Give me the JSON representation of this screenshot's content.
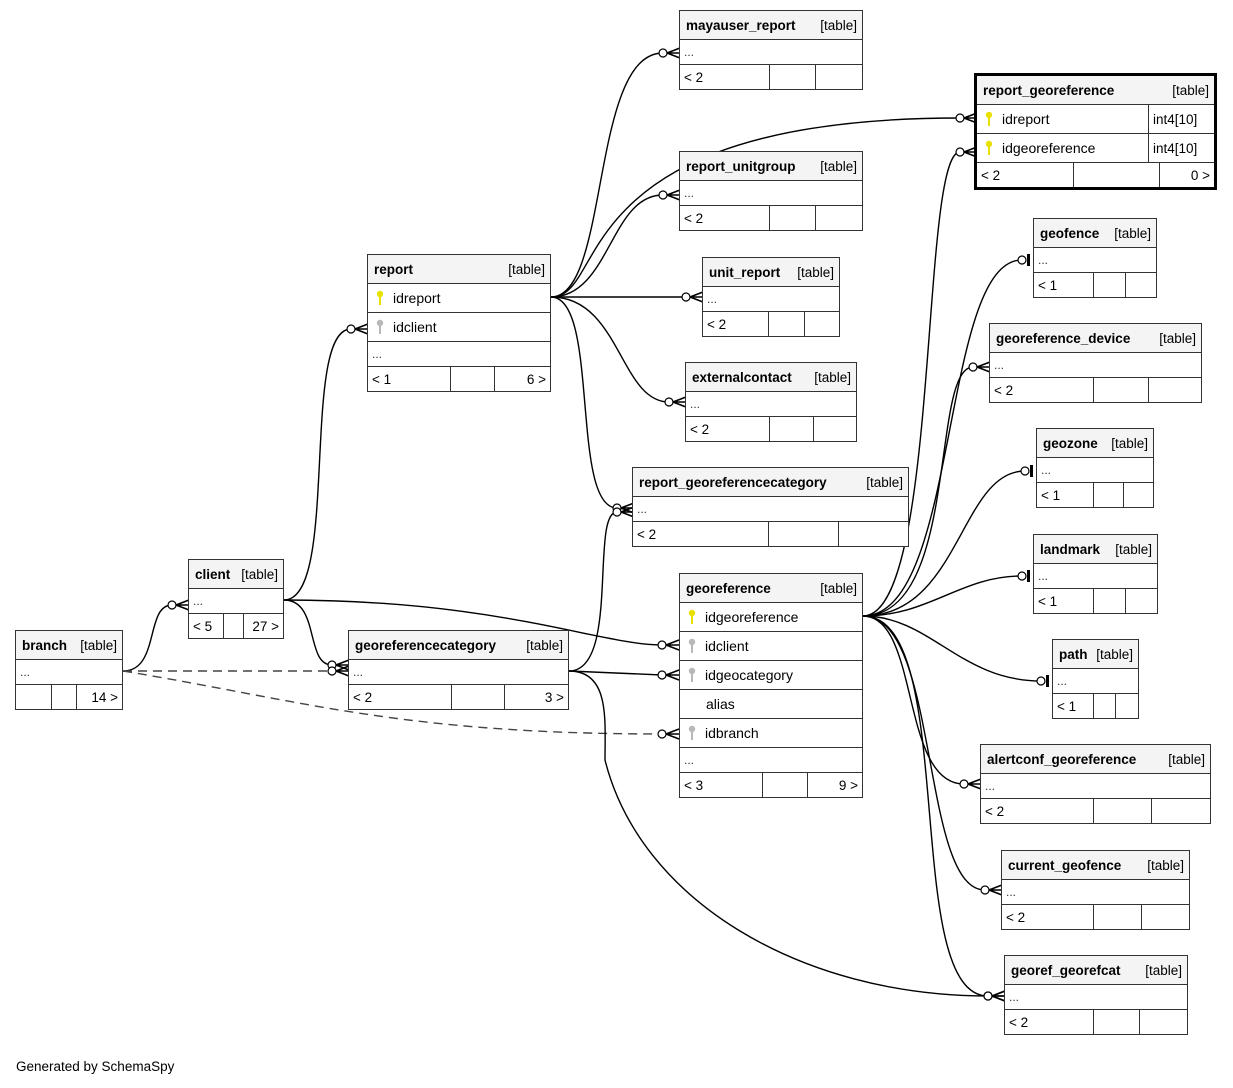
{
  "footer": {
    "generated_by": "Generated by SchemaSpy"
  },
  "colors": {
    "primary_key": "#e8e000",
    "foreign_key": "#b8b8b8",
    "line": "#000000",
    "header_bg": "#f4f4f4"
  },
  "tables": {
    "mayauser_report": {
      "name": "mayauser_report",
      "type": "[table]",
      "more": "...",
      "parents": "< 2",
      "children": ""
    },
    "report_unitgroup": {
      "name": "report_unitgroup",
      "type": "[table]",
      "more": "...",
      "parents": "< 2",
      "children": ""
    },
    "report_georeference": {
      "name": "report_georeference",
      "type": "[table]",
      "columns": [
        {
          "name": "idreport",
          "type": "int4[10]",
          "key": "primary"
        },
        {
          "name": "idgeoreference",
          "type": "int4[10]",
          "key": "primary"
        }
      ],
      "parents": "< 2",
      "children": "0 >"
    },
    "report": {
      "name": "report",
      "type": "[table]",
      "columns": [
        {
          "name": "idreport",
          "key": "primary"
        },
        {
          "name": "idclient",
          "key": "foreign"
        }
      ],
      "more": "...",
      "parents": "< 1",
      "children": "6 >"
    },
    "unit_report": {
      "name": "unit_report",
      "type": "[table]",
      "more": "...",
      "parents": "< 2",
      "children": ""
    },
    "externalcontact": {
      "name": "externalcontact",
      "type": "[table]",
      "more": "...",
      "parents": "< 2",
      "children": ""
    },
    "report_georeferencecategory": {
      "name": "report_georeferencecategory",
      "type": "[table]",
      "more": "...",
      "parents": "< 2",
      "children": ""
    },
    "geofence": {
      "name": "geofence",
      "type": "[table]",
      "more": "...",
      "parents": "< 1",
      "children": ""
    },
    "georeference_device": {
      "name": "georeference_device",
      "type": "[table]",
      "more": "...",
      "parents": "< 2",
      "children": ""
    },
    "geozone": {
      "name": "geozone",
      "type": "[table]",
      "more": "...",
      "parents": "< 1",
      "children": ""
    },
    "landmark": {
      "name": "landmark",
      "type": "[table]",
      "more": "...",
      "parents": "< 1",
      "children": ""
    },
    "path": {
      "name": "path",
      "type": "[table]",
      "more": "...",
      "parents": "< 1",
      "children": ""
    },
    "alertconf_georeference": {
      "name": "alertconf_georeference",
      "type": "[table]",
      "more": "...",
      "parents": "< 2",
      "children": ""
    },
    "current_geofence": {
      "name": "current_geofence",
      "type": "[table]",
      "more": "...",
      "parents": "< 2",
      "children": ""
    },
    "georef_georefcat": {
      "name": "georef_georefcat",
      "type": "[table]",
      "more": "...",
      "parents": "< 2",
      "children": ""
    },
    "client": {
      "name": "client",
      "type": "[table]",
      "more": "...",
      "parents": "< 5",
      "children": "27 >"
    },
    "branch": {
      "name": "branch",
      "type": "[table]",
      "more": "...",
      "parents": "",
      "children": "14 >"
    },
    "georeferencecategory": {
      "name": "georeferencecategory",
      "type": "[table]",
      "more": "...",
      "parents": "< 2",
      "children": "3 >"
    },
    "georeference": {
      "name": "georeference",
      "type": "[table]",
      "columns": [
        {
          "name": "idgeoreference",
          "key": "primary"
        },
        {
          "name": "idclient",
          "key": "foreign"
        },
        {
          "name": "idgeocategory",
          "key": "foreign"
        },
        {
          "name": "alias",
          "key": "none"
        },
        {
          "name": "idbranch",
          "key": "foreign"
        }
      ],
      "more": "...",
      "parents": "< 3",
      "children": "9 >"
    }
  },
  "relationships": [
    {
      "from": "report",
      "to": "mayauser_report",
      "style": "solid",
      "end": "zero-or-many"
    },
    {
      "from": "report",
      "to": "report_georeference",
      "style": "solid",
      "end": "zero-or-many"
    },
    {
      "from": "report",
      "to": "report_unitgroup",
      "style": "solid",
      "end": "zero-or-many"
    },
    {
      "from": "report",
      "to": "unit_report",
      "style": "solid",
      "end": "zero-or-many"
    },
    {
      "from": "report",
      "to": "externalcontact",
      "style": "solid",
      "end": "zero-or-many"
    },
    {
      "from": "report",
      "to": "report_georeferencecategory",
      "style": "solid",
      "end": "zero-or-many"
    },
    {
      "from": "client",
      "to": "report",
      "style": "solid",
      "end": "zero-or-many"
    },
    {
      "from": "branch",
      "to": "client",
      "style": "solid",
      "end": "zero-or-many"
    },
    {
      "from": "client",
      "to": "georeferencecategory",
      "style": "solid",
      "end": "zero-or-many"
    },
    {
      "from": "branch",
      "to": "georeferencecategory",
      "style": "dashed",
      "end": "zero-or-many"
    },
    {
      "from": "branch",
      "to": "georeference",
      "style": "dashed",
      "end": "zero-or-many"
    },
    {
      "from": "client",
      "to": "georeference",
      "style": "solid",
      "end": "zero-or-many"
    },
    {
      "from": "georeferencecategory",
      "to": "georeference",
      "style": "solid",
      "end": "zero-or-many"
    },
    {
      "from": "georeferencecategory",
      "to": "report_georeferencecategory",
      "style": "solid",
      "end": "zero-or-many"
    },
    {
      "from": "georeferencecategory",
      "to": "georef_georefcat",
      "style": "solid",
      "end": "zero-or-many"
    },
    {
      "from": "georeference",
      "to": "report_georeference",
      "style": "solid",
      "end": "zero-or-many"
    },
    {
      "from": "georeference",
      "to": "geofence",
      "style": "solid",
      "end": "zero-or-one"
    },
    {
      "from": "georeference",
      "to": "georeference_device",
      "style": "solid",
      "end": "zero-or-many"
    },
    {
      "from": "georeference",
      "to": "geozone",
      "style": "solid",
      "end": "zero-or-one"
    },
    {
      "from": "georeference",
      "to": "landmark",
      "style": "solid",
      "end": "zero-or-one"
    },
    {
      "from": "georeference",
      "to": "path",
      "style": "solid",
      "end": "zero-or-one"
    },
    {
      "from": "georeference",
      "to": "alertconf_georeference",
      "style": "solid",
      "end": "zero-or-many"
    },
    {
      "from": "georeference",
      "to": "current_geofence",
      "style": "solid",
      "end": "zero-or-many"
    },
    {
      "from": "georeference",
      "to": "georef_georefcat",
      "style": "solid",
      "end": "zero-or-many"
    }
  ]
}
